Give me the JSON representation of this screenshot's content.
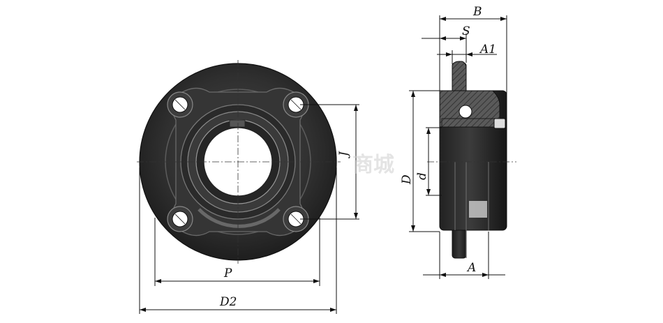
{
  "drawing": {
    "front_view": {
      "dimensions": {
        "P": "P",
        "D2": "D2",
        "J": "J"
      }
    },
    "side_view": {
      "dimensions": {
        "B": "B",
        "S": "S",
        "A1": "A1",
        "D": "D",
        "d": "d",
        "A": "A"
      }
    },
    "watermark": "商城",
    "colors": {
      "body_dark": "#2e2e2e",
      "body_mid": "#444444",
      "highlight": "#8a8a8a",
      "section_hatch": "#666666"
    }
  }
}
